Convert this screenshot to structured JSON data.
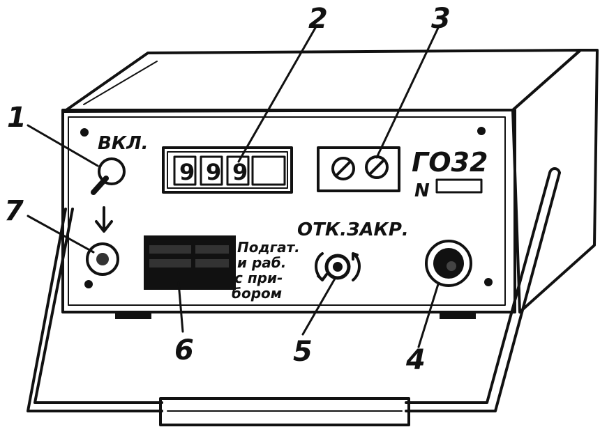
{
  "device": {
    "model": "ГО32",
    "number_prefix": "N",
    "power_label": "ВКЛ.",
    "open_close_label": "ОТК.ЗАКР.",
    "display_digits": [
      "9",
      "9",
      "9"
    ],
    "indicator_text": [
      "Подгат.",
      "и раб.",
      "с при-",
      "бором"
    ]
  },
  "callouts": [
    "1",
    "2",
    "3",
    "4",
    "5",
    "6",
    "7"
  ]
}
